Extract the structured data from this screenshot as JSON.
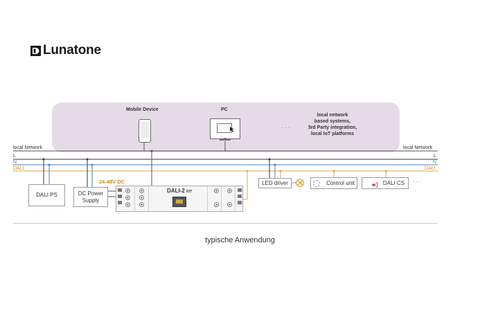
{
  "brand": {
    "name": "Lunatone"
  },
  "network_panel": {
    "mobile_label": "Mobile Device",
    "pc_label": "PC",
    "ellipsis": "· · ·",
    "local_network_text": [
      "local network",
      "based systems,",
      "3rd Party integration,",
      "local IoT platforms"
    ]
  },
  "bus_lines": {
    "local_network_left": "local Network",
    "local_network_right": "local Network",
    "l_left": "L",
    "l_right": "L",
    "n_left": "N",
    "n_right": "N",
    "dali_left": "DALI",
    "dali_right": "DALI"
  },
  "components": {
    "dali_ps": "DALI PS",
    "dc_power_supply_line1": "DC Power",
    "dc_power_supply_line2": "Supply",
    "voltage": "24-48V DC",
    "iot_name": "DALI-2",
    "iot_suffix": "IOT",
    "led_driver": "LED driver",
    "control_unit": "Control unit",
    "dali_cs": "DALI CS",
    "more": "· · ·"
  },
  "caption": "typische Anwendung",
  "colors": {
    "panel": "#e5dbe7",
    "network_line": "#5c4a63",
    "l_line": "#333333",
    "n_line": "#4a7fc1",
    "dali_line": "#e8a040",
    "voltage_text": "#d4891f"
  }
}
